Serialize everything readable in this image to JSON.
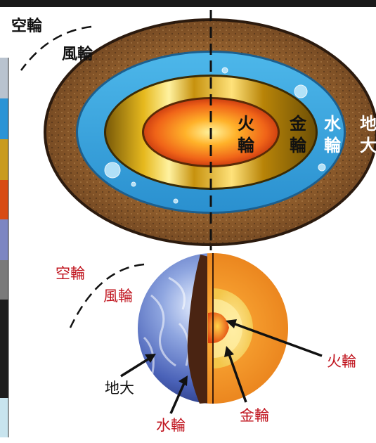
{
  "top_diagram": {
    "space_wheel": "空輪",
    "wind_wheel": "風輪",
    "fire_wheel": [
      "火",
      "輪"
    ],
    "metal_wheel": [
      "金",
      "輪"
    ],
    "water_wheel": [
      "水",
      "輪"
    ],
    "earth_wheel": [
      "地",
      "大"
    ]
  },
  "bottom_diagram": {
    "space_wheel": "空輪",
    "wind_wheel": "風輪",
    "earth_label": "地大",
    "water_label": "水輪",
    "metal_label": "金輪",
    "fire_label": "火輪"
  },
  "colors": {
    "title_black": "#111111",
    "red_label": "#c0141e",
    "earth_brown": "#7a4a22",
    "water_blue": "#33a6de",
    "gold": "#d8a012",
    "fire_orange": "#f06418",
    "left_strip": [
      "#b9c3cf",
      "#2b94d6",
      "#c99b1f",
      "#d84b14",
      "#7d86c2",
      "#7a7a7a",
      "#1c1c1c",
      "#c8e4ee"
    ]
  },
  "icons": [
    "dashed-arc-icon",
    "arrow-icon",
    "planet-cutaway-icon"
  ]
}
